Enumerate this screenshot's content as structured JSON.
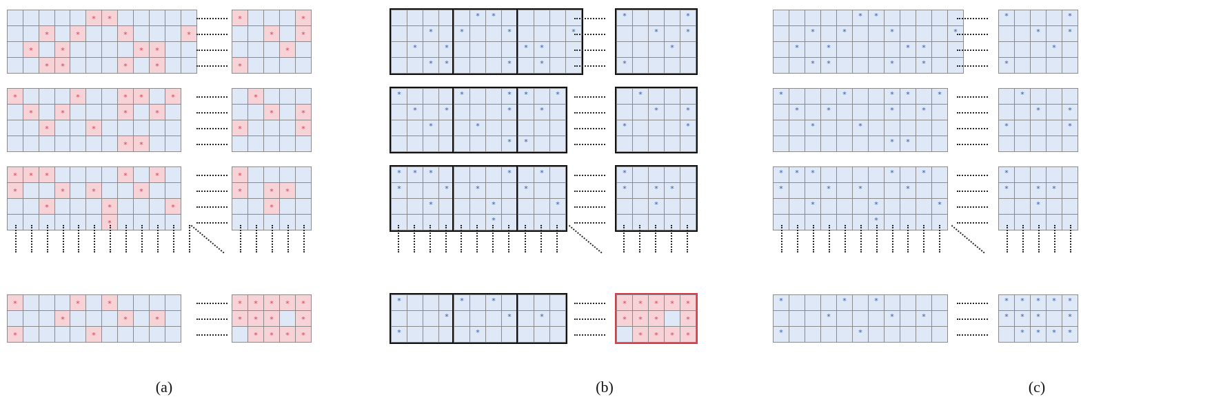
{
  "captions": [
    "(a)",
    "(b)",
    "(c)"
  ],
  "colors": {
    "cell_fill": "#dfe8f6",
    "highlight_fill": "#f7d3d8",
    "red_mark": "#d83a4a",
    "blue_mark": "#2c56b0",
    "frame": "#111111"
  },
  "mark_symbol": "*",
  "rows": [
    {
      "grids": [
        [
          [
            0,
            0,
            0,
            0
          ],
          [
            0,
            0,
            1,
            0
          ],
          [
            0,
            1,
            0,
            1
          ],
          [
            0,
            0,
            1,
            1
          ]
        ],
        [
          [
            0,
            1,
            1,
            0
          ],
          [
            1,
            0,
            0,
            1
          ],
          [
            0,
            0,
            0,
            0
          ],
          [
            0,
            0,
            0,
            1
          ]
        ],
        [
          [
            0,
            0,
            0,
            0
          ],
          [
            0,
            0,
            0,
            1
          ],
          [
            1,
            1,
            0,
            0
          ],
          [
            0,
            1,
            0,
            0
          ]
        ],
        [
          [
            1,
            0,
            0,
            0,
            1
          ],
          [
            0,
            0,
            1,
            0,
            1
          ],
          [
            0,
            0,
            0,
            1,
            0
          ],
          [
            1,
            0,
            0,
            0,
            0
          ]
        ]
      ]
    },
    {
      "grids": [
        [
          [
            1,
            0,
            0,
            0
          ],
          [
            0,
            1,
            0,
            1
          ],
          [
            0,
            0,
            1,
            0
          ],
          [
            0,
            0,
            0,
            0
          ]
        ],
        [
          [
            1,
            0,
            0,
            1
          ],
          [
            0,
            0,
            0,
            1
          ],
          [
            0,
            1,
            0,
            0
          ],
          [
            0,
            0,
            0,
            1
          ]
        ],
        [
          [
            1,
            0,
            1
          ],
          [
            0,
            1,
            0
          ],
          [
            0,
            0,
            0
          ],
          [
            1,
            0,
            0
          ]
        ],
        [
          [
            0,
            1,
            0,
            0,
            0
          ],
          [
            0,
            0,
            1,
            0,
            1
          ],
          [
            1,
            0,
            0,
            0,
            1
          ],
          [
            0,
            0,
            0,
            0,
            0
          ]
        ]
      ]
    },
    {
      "grids": [
        [
          [
            1,
            1,
            1,
            0
          ],
          [
            1,
            0,
            0,
            1
          ],
          [
            0,
            0,
            1,
            0
          ],
          [
            0,
            0,
            0,
            0
          ]
        ],
        [
          [
            0,
            0,
            0,
            1
          ],
          [
            0,
            1,
            0,
            0
          ],
          [
            0,
            0,
            1,
            0
          ],
          [
            0,
            0,
            1,
            0
          ]
        ],
        [
          [
            0,
            1,
            0
          ],
          [
            1,
            0,
            0
          ],
          [
            0,
            0,
            1
          ],
          [
            0,
            0,
            0
          ]
        ],
        [
          [
            1,
            0,
            0,
            0,
            0
          ],
          [
            1,
            0,
            1,
            1,
            0
          ],
          [
            0,
            0,
            1,
            0,
            0
          ],
          [
            0,
            0,
            0,
            0,
            0
          ]
        ]
      ]
    },
    {
      "grids": [
        [
          [
            1,
            0,
            0,
            0
          ],
          [
            0,
            0,
            0,
            1
          ],
          [
            1,
            0,
            0,
            0
          ]
        ],
        [
          [
            1,
            0,
            1,
            0
          ],
          [
            0,
            0,
            0,
            1
          ],
          [
            0,
            1,
            0,
            0
          ]
        ],
        [
          [
            0,
            0,
            0
          ],
          [
            0,
            1,
            0
          ],
          [
            0,
            0,
            0
          ]
        ],
        [
          [
            1,
            1,
            1,
            1,
            1
          ],
          [
            1,
            1,
            1,
            0,
            1
          ],
          [
            0,
            1,
            1,
            1,
            1
          ]
        ]
      ]
    }
  ]
}
